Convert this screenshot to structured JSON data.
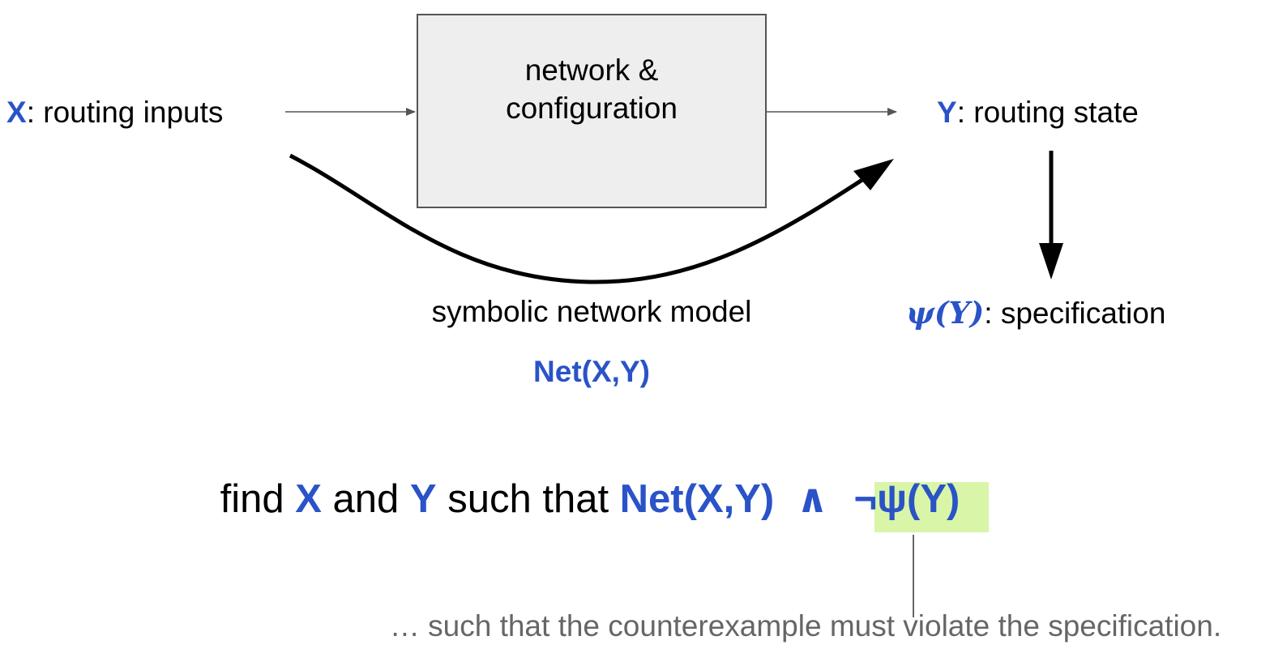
{
  "colors": {
    "accent": "#2a53c8",
    "highlight": "#d9f5a8",
    "box_fill": "#eeeeee",
    "note_gray": "#666666"
  },
  "inputs": {
    "var": "X",
    "label": ": routing inputs"
  },
  "box": {
    "line1": "network &",
    "line2": "configuration"
  },
  "state": {
    "var": "Y",
    "label": ": routing state"
  },
  "spec": {
    "var": "ψ(Y)",
    "label": ": specification"
  },
  "model": {
    "label": "symbolic network model",
    "expr": "Net(X,Y)"
  },
  "formula": {
    "find": "find ",
    "x": "X",
    "and": " and ",
    "y": "Y",
    "such": " such that ",
    "net": "Net(X,Y)",
    "wedge": "∧",
    "neg_spec": "¬ψ(Y)"
  },
  "note": "… such that the counterexample must violate the specification."
}
